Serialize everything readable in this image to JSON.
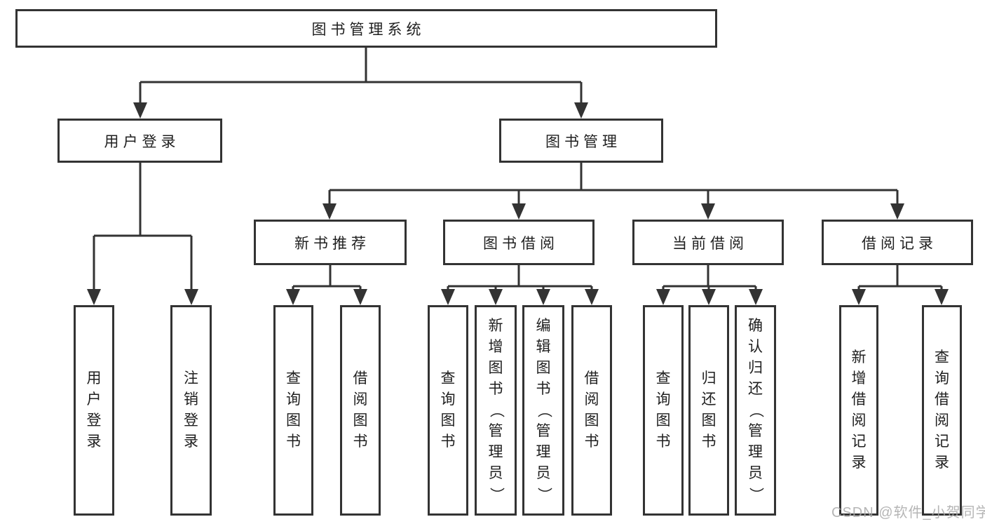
{
  "diagram": {
    "root": {
      "label": "图书管理系统",
      "children": [
        {
          "label": "用户登录",
          "children": [
            {
              "label": "用户登录"
            },
            {
              "label": "注销登录"
            }
          ]
        },
        {
          "label": "图书管理",
          "children": [
            {
              "label": "新书推荐",
              "children": [
                {
                  "label": "查询图书"
                },
                {
                  "label": "借阅图书"
                }
              ]
            },
            {
              "label": "图书借阅",
              "children": [
                {
                  "label": "查询图书"
                },
                {
                  "label": "新增图书（管理员）"
                },
                {
                  "label": "编辑图书（管理员）"
                },
                {
                  "label": "借阅图书"
                }
              ]
            },
            {
              "label": "当前借阅",
              "children": [
                {
                  "label": "查询图书"
                },
                {
                  "label": "归还图书"
                },
                {
                  "label": "确认归还（管理员）"
                }
              ]
            },
            {
              "label": "借阅记录",
              "children": [
                {
                  "label": "新增借阅记录"
                },
                {
                  "label": "查询借阅记录"
                }
              ]
            }
          ]
        }
      ]
    }
  },
  "watermark": {
    "text": "CSDN @软件_小贺同学"
  },
  "colors": {
    "line": "#333333",
    "box_border": "#333333",
    "text": "#1f1f1f",
    "watermark": "#a9a9a9",
    "background": "#ffffff"
  }
}
